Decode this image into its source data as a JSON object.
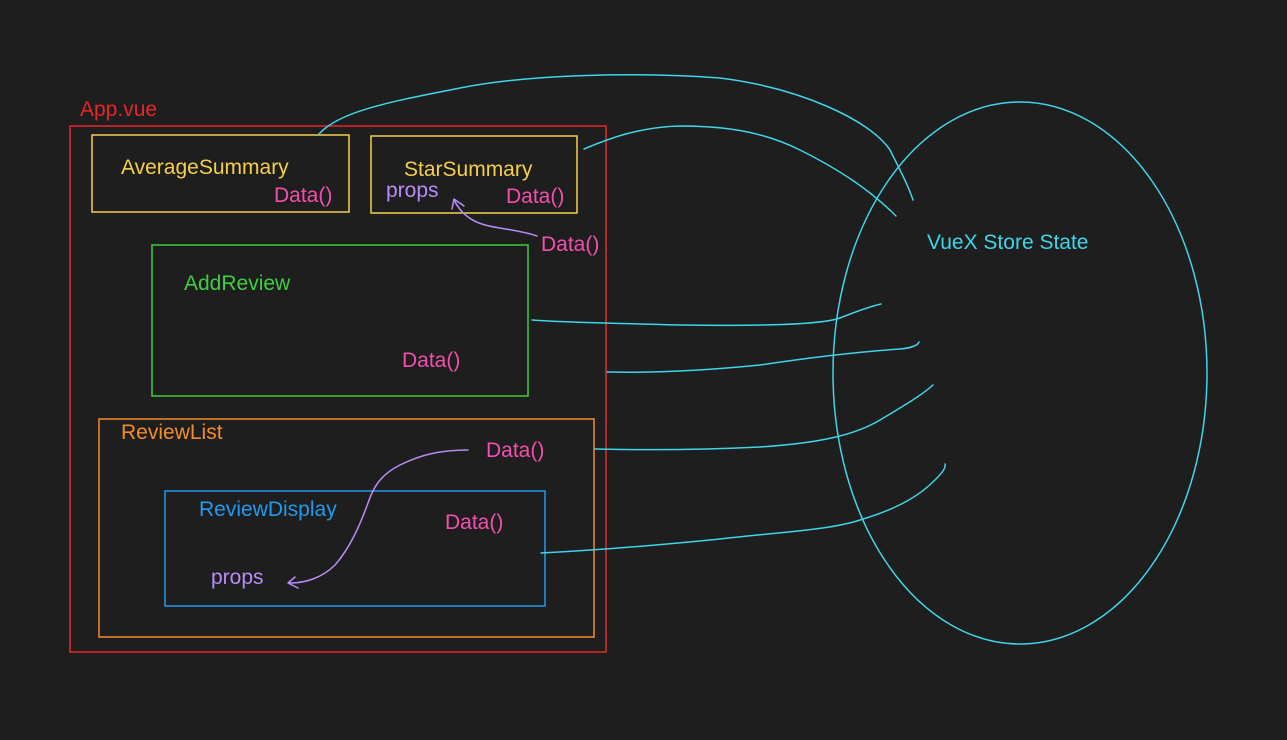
{
  "colors": {
    "background": "#1e1e1e",
    "app": "#e8262a",
    "summary": "#f6cf4a",
    "data_method": "#f44fae",
    "props": "#b98cf7",
    "add_review": "#3fce3f",
    "review_list": "#f28c28",
    "review_display": "#1f9bf0",
    "store": "#3fd5ea"
  },
  "app": {
    "label": "App.vue"
  },
  "average_summary": {
    "label": "AverageSummary",
    "data": "Data()"
  },
  "star_summary": {
    "label": "StarSummary",
    "props": "props",
    "data": "Data()",
    "outer_data": "Data()"
  },
  "add_review": {
    "label": "AddReview",
    "data": "Data()"
  },
  "review_list": {
    "label": "ReviewList",
    "data": "Data()"
  },
  "review_display": {
    "label": "ReviewDisplay",
    "data": "Data()",
    "props": "props"
  },
  "store": {
    "label": "VueX Store State"
  }
}
